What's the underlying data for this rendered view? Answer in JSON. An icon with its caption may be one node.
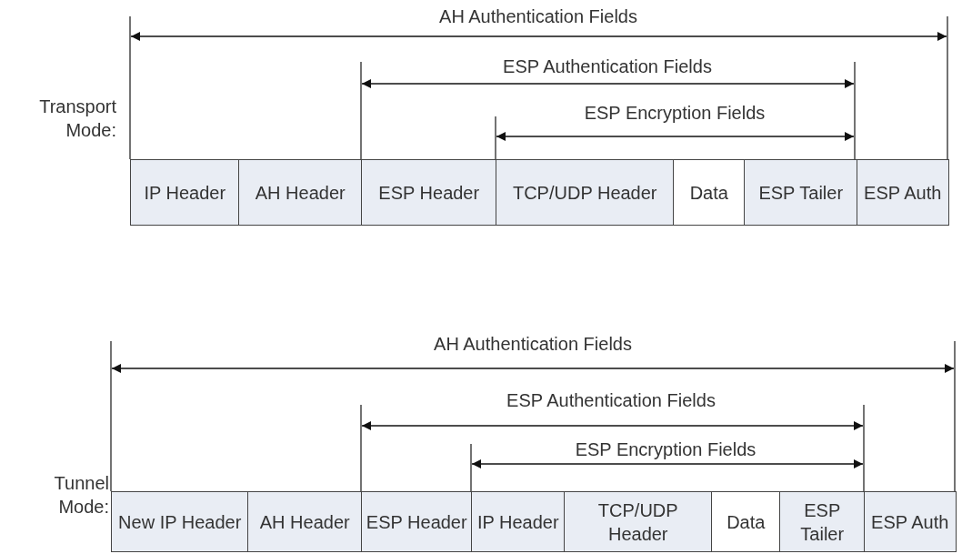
{
  "diagram": {
    "nodes": [
      {
        "text": [
          "IP Header"
        ]
      },
      {
        "text": [
          "AH Header"
        ]
      },
      {
        "text": [
          "ESP Header"
        ]
      },
      {
        "text": [
          "TCP/UDP Header"
        ]
      },
      {
        "text": [
          "Data"
        ]
      },
      {
        "text": [
          "ESP Tailer"
        ]
      },
      {
        "text": [
          "ESP Auth"
        ]
      },
      {
        "text": [
          "New IP Header"
        ]
      },
      {
        "text": [
          "AH Header"
        ]
      },
      {
        "text": [
          "ESP Header"
        ]
      },
      {
        "text": [
          "IP Header"
        ]
      },
      {
        "text": [
          "TCP/UDP Header"
        ]
      },
      {
        "text": [
          "Data"
        ]
      },
      {
        "text": [
          "ESP Tailer"
        ]
      },
      {
        "text": [
          "ESP Auth"
        ]
      }
    ],
    "edges": [],
    "labels": [
      "AH Authentication Fields",
      "ESP Authentication Fields",
      "Transport Mode:",
      "ESP Encryption Fields",
      "AH Authentication Fields",
      "ESP Authentication Fields",
      "ESP Encryption Fields",
      "Tunnel Mode:"
    ]
  }
}
